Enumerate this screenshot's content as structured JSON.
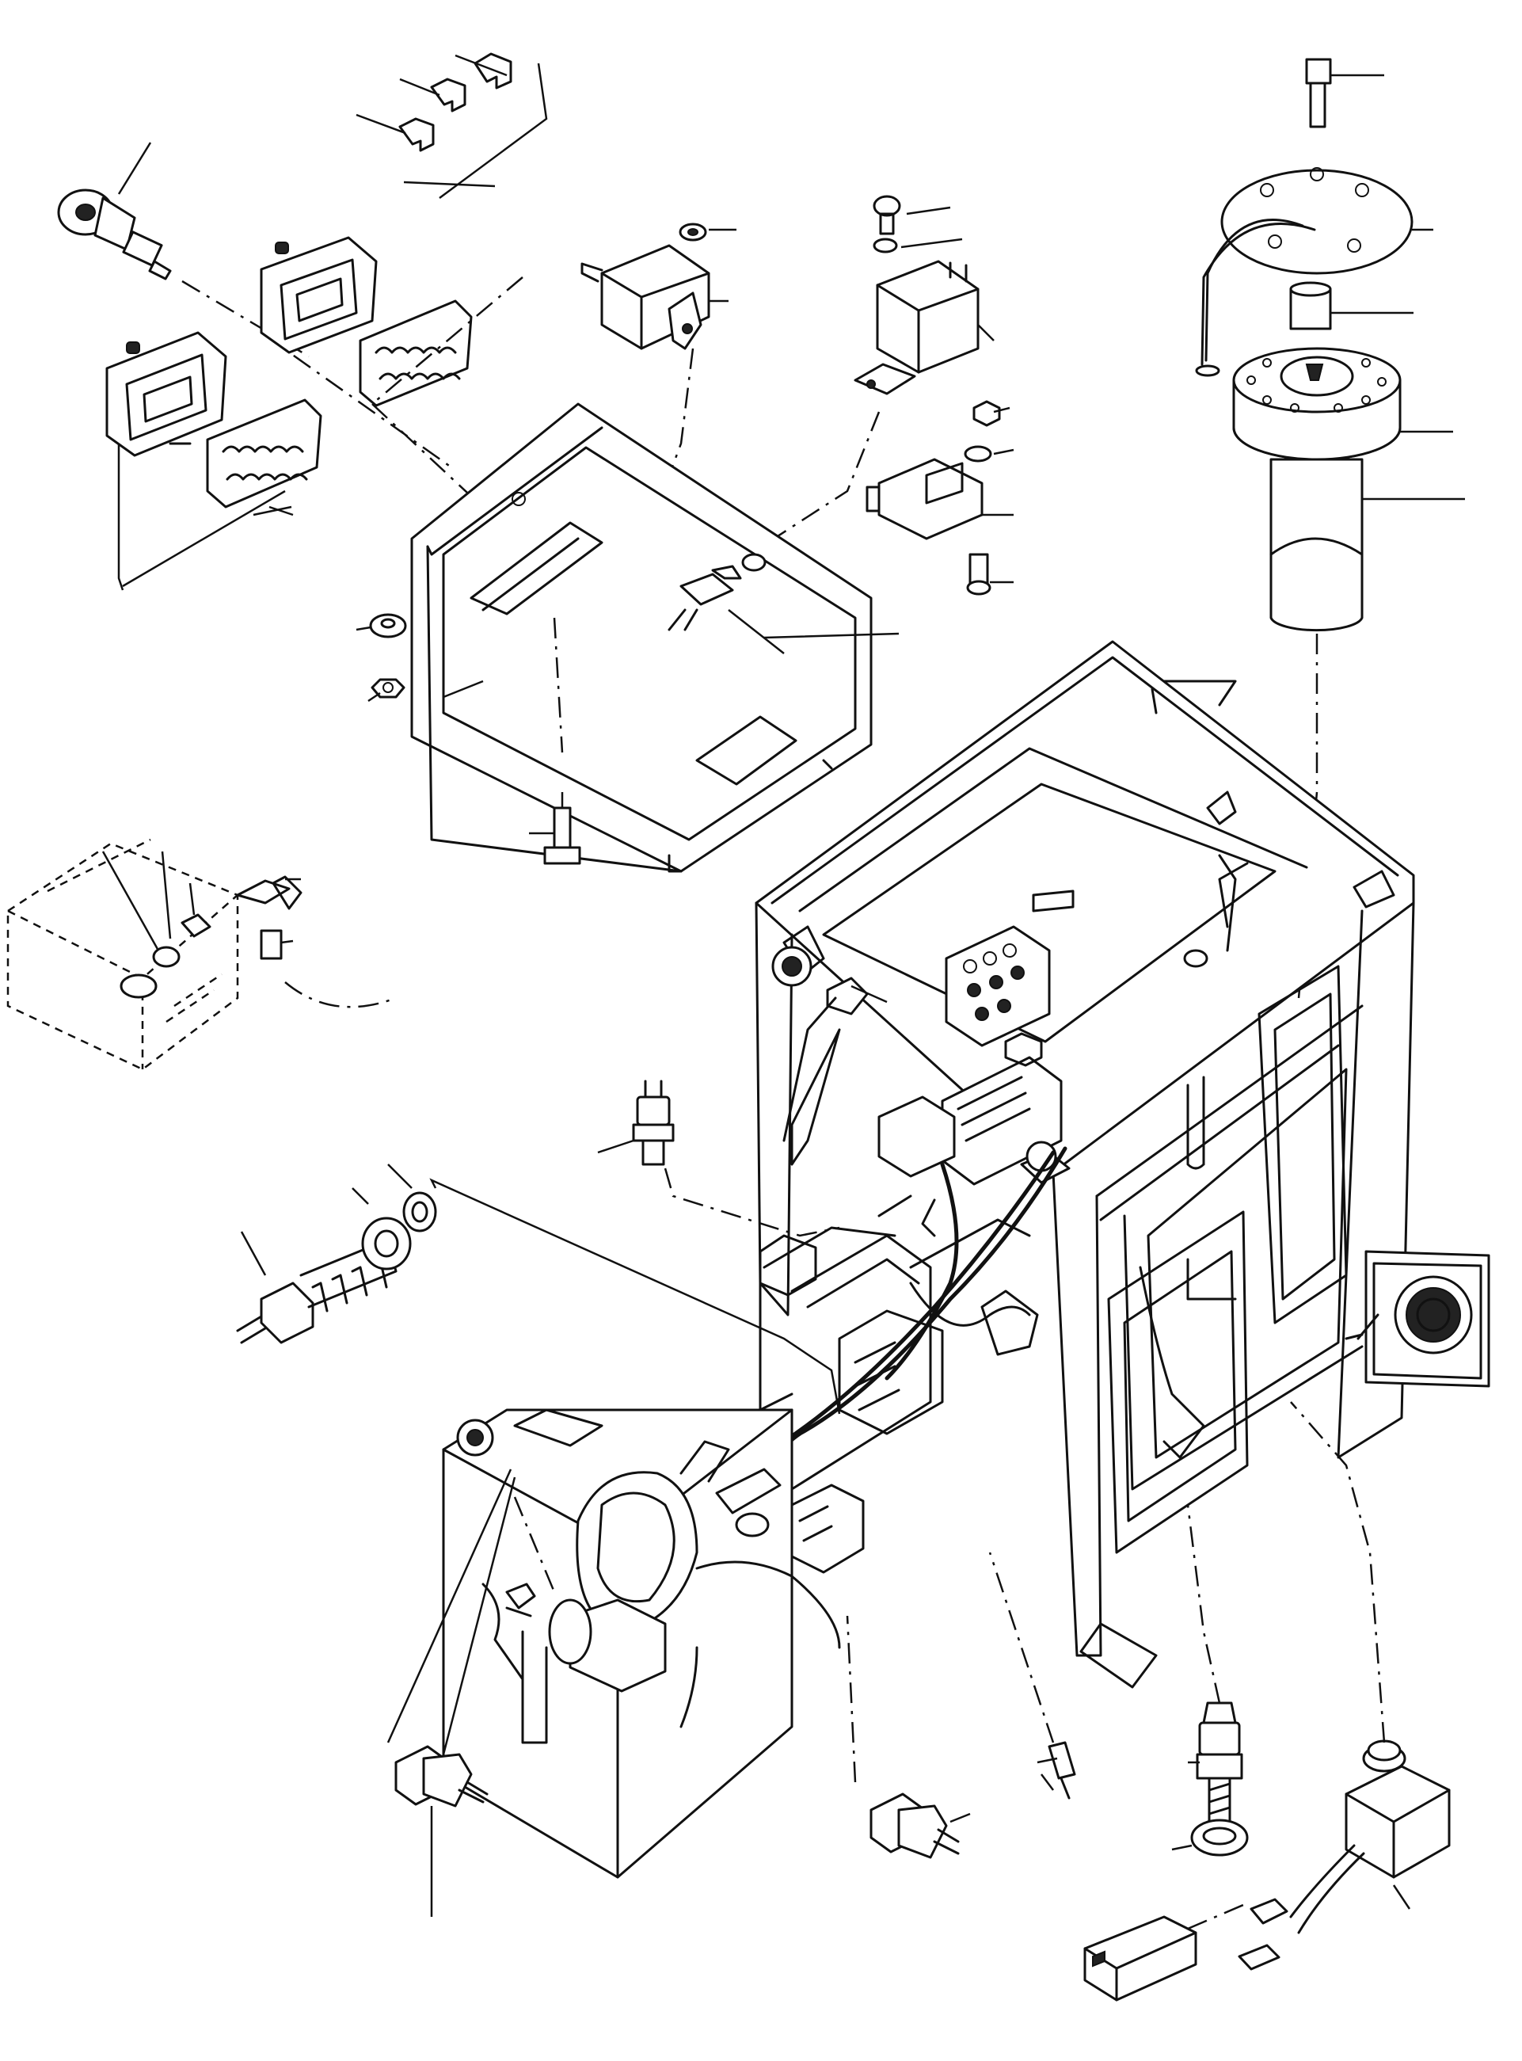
{
  "diagram": {
    "type": "exploded-parts-view",
    "callout_labels_printed": false,
    "colors": {
      "ink": "#111111",
      "paper": "#ffffff"
    },
    "components": [
      {
        "id": "relay-clips",
        "icon": "clip-icon"
      },
      {
        "id": "ignition-switch",
        "icon": "key-switch-icon"
      },
      {
        "id": "work-lamp-upper",
        "icon": "lamp-icon"
      },
      {
        "id": "work-lamp-lower",
        "icon": "lamp-icon"
      },
      {
        "id": "lamp-lens-upper",
        "icon": "lens-icon"
      },
      {
        "id": "lamp-lens-lower",
        "icon": "lens-icon"
      },
      {
        "id": "flasher-unit",
        "icon": "relay-icon"
      },
      {
        "id": "relay-unit",
        "icon": "relay-icon"
      },
      {
        "id": "horn-relay",
        "icon": "relay-icon"
      },
      {
        "id": "electrical-box",
        "icon": "box-icon"
      },
      {
        "id": "fuel-sender-flange",
        "icon": "flange-icon"
      },
      {
        "id": "fuel-level-sender",
        "icon": "sensor-icon"
      },
      {
        "id": "battery-box",
        "icon": "battery-icon"
      },
      {
        "id": "pressure-switch-left",
        "icon": "sensor-icon"
      },
      {
        "id": "temperature-sender",
        "icon": "sensor-icon"
      },
      {
        "id": "pressure-switch-bottom-left",
        "icon": "sensor-icon"
      },
      {
        "id": "pressure-switch-bottom-center",
        "icon": "sensor-icon"
      },
      {
        "id": "coolant-temp-switch",
        "icon": "sensor-icon"
      },
      {
        "id": "diode",
        "icon": "diode-icon"
      },
      {
        "id": "seat-switch",
        "icon": "switch-icon"
      },
      {
        "id": "cab-frame",
        "icon": "cab-icon"
      },
      {
        "id": "wiring-harness",
        "icon": "harness-icon"
      },
      {
        "id": "rotating-beacon-mount",
        "icon": "beacon-icon"
      }
    ]
  }
}
